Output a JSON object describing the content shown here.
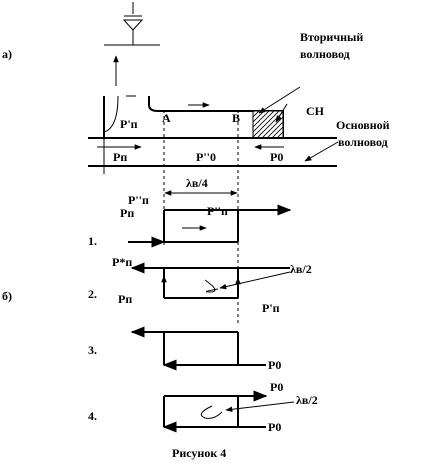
{
  "labels": {
    "part_a": "а)",
    "part_b": "б)",
    "secondary_waveguide": [
      "Вторичный",
      "волновод"
    ],
    "main_waveguide": [
      "Основной",
      "волновод"
    ],
    "load": "СН",
    "point_a": "А",
    "point_b": "В",
    "p_n_secondary": "Р'п",
    "p_n": "Рп",
    "p_0_main": "Р''0",
    "p_0": "Р0",
    "lambda_quarter": "λв/4",
    "p_n_dd": "Р''п",
    "p_n_dd_arrow": "Р''п",
    "row1_p_n": "Рп",
    "row1_num": "1.",
    "row2_p_n_star": "Р*п",
    "row2_lambda": "λв/2",
    "row2_num": "2.",
    "row2_p_n": "Рп",
    "row2_p_n_prime": "Р'п",
    "row3_num": "3.",
    "row3_p0": "Р0",
    "row4_p0_top": "Р0",
    "row4_lambda": "λв/2",
    "row4_num": "4.",
    "row4_p0": "Р0",
    "caption": "Рисунок 4"
  }
}
